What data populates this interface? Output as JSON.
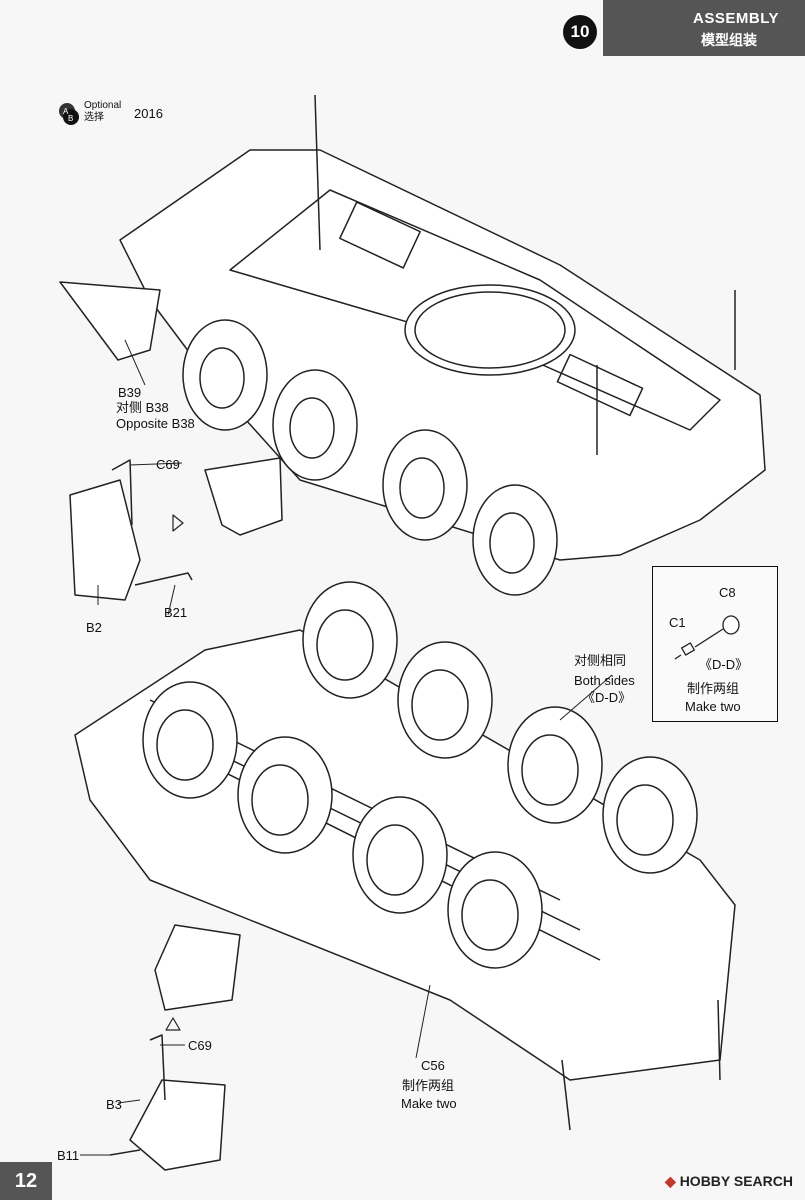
{
  "header": {
    "title_en": "ASSEMBLY",
    "title_cn": "模型组装",
    "step": "10"
  },
  "optional": {
    "badge": "AB",
    "label_en": "Optional",
    "label_cn": "选择",
    "year": "2016"
  },
  "labels": {
    "b39": "B39",
    "b38_cn": "对侧 B38",
    "b38_en": "Opposite B38",
    "c69_top": "C69",
    "b21": "B21",
    "b2": "B2",
    "c8": "C8",
    "c1": "C1",
    "dd_inset": "《D-D》",
    "make_two_cn_inset": "制作两组",
    "make_two_en_inset": "Make two",
    "both_sides_cn": "对侧相同",
    "both_sides_en": "Both sides",
    "dd_main": "《D-D》",
    "c56": "C56",
    "make_two_cn": "制作两组",
    "make_two_en": "Make two",
    "c69_bottom": "C69",
    "b3": "B3",
    "b11": "B11"
  },
  "page_number": "12",
  "watermark": {
    "mark": "◆",
    "text": "HOBBY SEARCH"
  }
}
